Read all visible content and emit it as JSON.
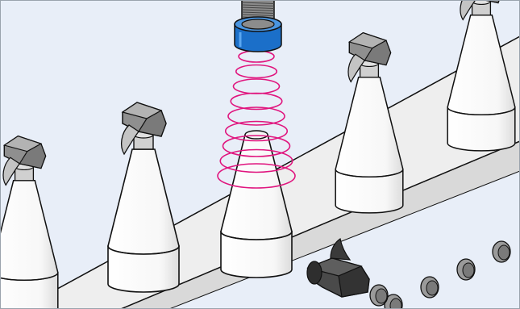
{
  "colors": {
    "background": "#e8eef8",
    "frame": "#9aa3ad",
    "belt_top": "#eeeeee",
    "belt_side": "#d9d9d9",
    "roller": "#9a9a9a",
    "bottle_body": "#ffffff",
    "bottle_shade": "#e6e6e6",
    "spray_head": "#8f8f8f",
    "spray_head_light": "#d0d0d0",
    "fallen_head": "#4a4a4a",
    "sensor_body": "#1b6fc9",
    "sensor_thread": "#8c8c8c",
    "detection_field": "#e0157e",
    "outline": "#111111"
  },
  "scene": {
    "sensor": {
      "icon": "inductive-proximity-sensor-icon"
    },
    "field": {
      "icon": "detection-field-icon",
      "rings": 9
    },
    "bottles": [
      {
        "id": "bottle-1",
        "has_head": true
      },
      {
        "id": "bottle-2",
        "has_head": true
      },
      {
        "id": "bottle-3",
        "has_head": false
      },
      {
        "id": "bottle-4",
        "has_head": true
      },
      {
        "id": "bottle-5",
        "has_head": true
      }
    ],
    "fallen_head": {
      "icon": "trigger-spray-head-icon"
    }
  }
}
